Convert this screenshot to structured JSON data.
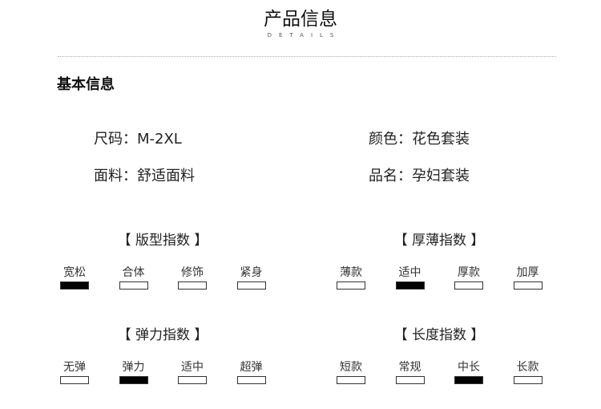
{
  "header": {
    "title": "产品信息",
    "subtitle": "DETAILS"
  },
  "basic": {
    "heading": "基本信息",
    "fields": [
      {
        "label": "尺码：",
        "value": "M-2XL"
      },
      {
        "label": "颜色：",
        "value": "花色套装"
      },
      {
        "label": "面料：",
        "value": "舒适面料"
      },
      {
        "label": "品名：",
        "value": "孕妇套装"
      }
    ]
  },
  "indices": [
    {
      "title": "【 版型指数 】",
      "options": [
        "宽松",
        "合体",
        "修饰",
        "紧身"
      ],
      "selected": 0
    },
    {
      "title": "【 厚薄指数 】",
      "options": [
        "薄款",
        "适中",
        "厚款",
        "加厚"
      ],
      "selected": 1
    },
    {
      "title": "【 弹力指数 】",
      "options": [
        "无弹",
        "弹力",
        "适中",
        "超弹"
      ],
      "selected": 1
    },
    {
      "title": "【 长度指数 】",
      "options": [
        "短款",
        "常规",
        "中长",
        "长款"
      ],
      "selected": 2
    }
  ]
}
